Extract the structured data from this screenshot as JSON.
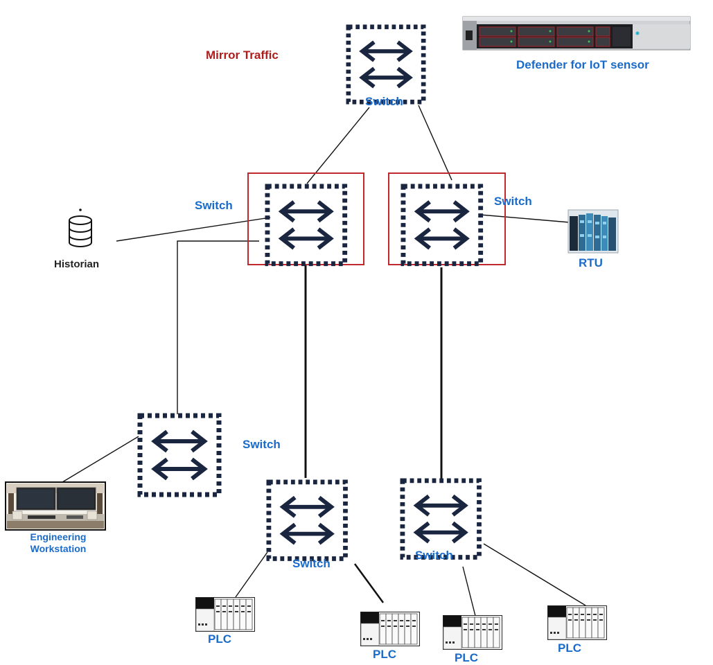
{
  "labels": {
    "mirror_traffic": "Mirror Traffic",
    "sensor": "Defender for IoT sensor",
    "switch_core": "Switch",
    "switch_left": "Switch",
    "switch_right": "Switch",
    "switch_eng": "Switch",
    "switch_plc_left": "Switch",
    "switch_plc_right": "Switch",
    "historian": "Historian",
    "rtu": "RTU",
    "engineering_workstation_line1": "Engineering",
    "engineering_workstation_line2": "Workstation",
    "plc_1": "PLC",
    "plc_2": "PLC",
    "plc_3": "PLC",
    "plc_4": "PLC"
  },
  "colors": {
    "label_blue": "#1a6bc9",
    "mirror_red": "#b01c1c",
    "highlight_box": "#c0282d",
    "switch_navy": "#1a2540",
    "line": "#111111"
  },
  "icons": {
    "switch": "switch-icon",
    "server": "rack-server-icon",
    "historian": "database-icon",
    "rtu": "rtu-device-icon",
    "workstation": "workstation-photo-icon",
    "plc": "plc-icon"
  }
}
